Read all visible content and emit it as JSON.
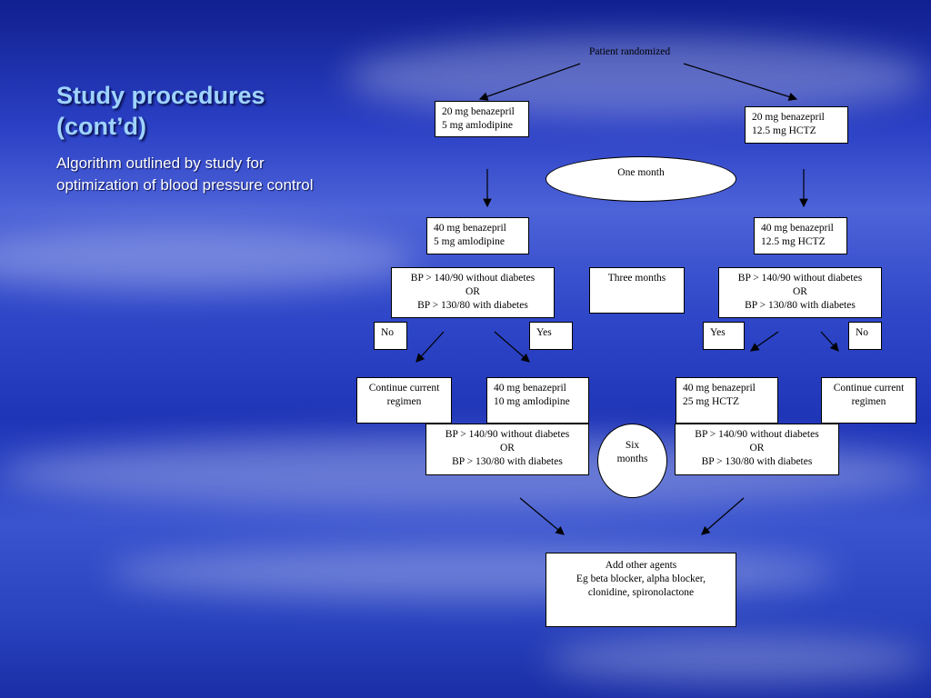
{
  "slide": {
    "title": "Study procedures (cont’d)",
    "subtitle": "Algorithm outlined by study for optimization of blood pressure control"
  },
  "flow": {
    "randomized": "Patient randomized",
    "left_start": [
      "20 mg benazepril",
      "5 mg amlodipine"
    ],
    "right_start": [
      "20 mg benazepril",
      "12.5 mg HCTZ"
    ],
    "one_month": "One month",
    "left_40": [
      "40 mg benazepril",
      "5 mg amlodipine"
    ],
    "right_40": [
      "40 mg benazepril",
      "12.5 mg HCTZ"
    ],
    "criteria": [
      "BP > 140/90 without diabetes",
      "OR",
      "BP > 130/80 with diabetes"
    ],
    "three_months": "Three months",
    "no": "No",
    "yes": "Yes",
    "continue": [
      "Continue current",
      "regimen"
    ],
    "left_final": [
      "40 mg benazepril",
      "10 mg amlodipine"
    ],
    "right_final": [
      "40 mg benazepril",
      "25 mg HCTZ"
    ],
    "six_months": [
      "Six",
      "months"
    ],
    "add_agents": [
      "Add other agents",
      "Eg beta blocker, alpha blocker,",
      "clonidine, spironolactone"
    ]
  }
}
